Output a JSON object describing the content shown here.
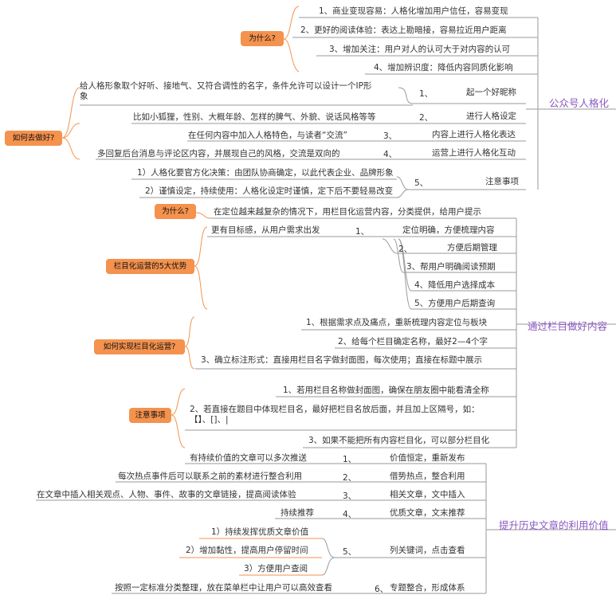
{
  "colors": {
    "tag_bg": "#f4924e",
    "topic_text": "#8b59c2",
    "line_orange": "#f4924e",
    "line_gray": "#9a9a9a"
  },
  "topics": {
    "t1": "公众号人格化",
    "t2": "通过栏目做好内容",
    "t3": "提升历史文章的利用价值"
  },
  "tags": {
    "why1": "为什么?",
    "how": "如何去做好?",
    "why2": "为什么?",
    "adv": "栏目化运营的5大优势",
    "how_col": "如何实现栏目化运营?",
    "note": "注意事项"
  },
  "s1": {
    "why_items": [
      "1、商业变现容易：人格化增加用户信任，容易变现",
      "2、更好的阅读体验：表达上勘暗接，容易拉近用户距离",
      "3、增加关注：用户对人的认可大于对内容的认可",
      "4、增加辨识度：降低内容同质化影响"
    ],
    "how_items": [
      {
        "num": "1、",
        "label": "起一个好昵称",
        "detail": "给人格形象取个好听、接地气、又符合调性的名字，条件允许可以设计一个IP形象"
      },
      {
        "num": "2、",
        "label": "进行人格设定",
        "detail": "比如小狐狸，性别、大概年龄、怎样的脾气、外貌、说话风格等等"
      },
      {
        "num": "3、",
        "label": "内容上进行人格化表达",
        "detail": "在任何内容中加入人格特色，与读者“交流”"
      },
      {
        "num": "4、",
        "label": "运营上进行人格化互动",
        "detail": "多回复后台消息与评论区内容，并展现自己的风格，交流是双向的"
      },
      {
        "num": "5、",
        "label": "注意事项",
        "detail": ""
      }
    ],
    "notes": [
      "1）人格化要官方化决策：由团队协商确定，以此代表企业、品牌形象",
      "2）谨慎设定，持续使用：人格化设定时谨慎，定下后不要轻易改变"
    ]
  },
  "s2": {
    "why_text": "在定位越来越复杂的情况下，用栏目化运营内容，分类提供，给用户提示",
    "adv_detail": "更有目标感，从用户需求出发",
    "adv_items": [
      {
        "num": "1、",
        "label": "定位明确，方便梳理内容"
      },
      {
        "num": "2、",
        "label": "方便后期管理"
      },
      {
        "num": "",
        "label": "3、帮用户明确阅读预期"
      },
      {
        "num": "",
        "label": "4、降低用户选择成本"
      },
      {
        "num": "",
        "label": "5、方便用户后期查询"
      }
    ],
    "how_items": [
      "1、根据需求点及痛点，重新梳理内容定位与板块",
      "2、给每个栏目确定名称，最好2—4个字",
      "3、确立标注形式：直接用栏目名字做封面图，每次使用；直接在标题中展示"
    ],
    "note_items": [
      "1、若用栏目名称做封面图，确保在朋友圈中能看清全称",
      "2、若直接在题目中体现栏目名，最好把栏目名放后面，并且加上区隔号，如：【】、[]、|",
      "3、如果不能把所有内容栏目化，可以部分栏目化"
    ]
  },
  "s3": {
    "items": [
      {
        "num": "1、",
        "label": "价值恒定，重新发布",
        "detail": "有持续价值的文章可以多次推送"
      },
      {
        "num": "2、",
        "label": "借势热点，整合利用",
        "detail": "每次热点事件后可以联系之前的素材进行整合利用"
      },
      {
        "num": "3、",
        "label": "相关文章，文中插入",
        "detail": "在文章中插入相关观点、人物、事件、故事的文章链接，提高阅读体验"
      },
      {
        "num": "4、",
        "label": "优质文章，文末推荐",
        "detail": "持续推荐"
      },
      {
        "num": "5、",
        "label": "列关键词，点击查看",
        "detail": ""
      },
      {
        "num": "6、",
        "label": "专题整合，形成体系",
        "detail": "按照一定标准分类整理，放在菜单栏中让用户可以高效查看"
      }
    ],
    "sub5": [
      "1）持续发挥优质文章价值",
      "2）增加黏性，提高用户停留时间",
      "3）方便用户查阅"
    ]
  }
}
